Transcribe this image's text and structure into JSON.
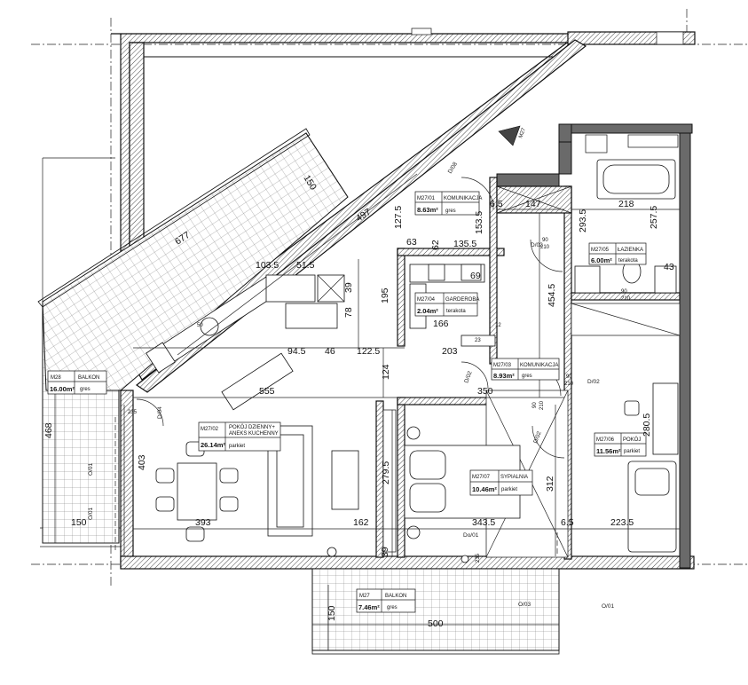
{
  "rooms": {
    "m2701": {
      "code": "M27/01",
      "name": "KOMUNIKACJA",
      "area": "8.63m²",
      "finish": "gres"
    },
    "m2702": {
      "code": "M27/02",
      "name": "POKÓJ DZIENNY+",
      "name2": "ANEKS KUCHENNY",
      "area": "26.14m²",
      "finish": "parkiet"
    },
    "m2703": {
      "code": "M27/03",
      "name": "KOMUNIKACJA",
      "area": "8.93m²",
      "finish": "gres"
    },
    "m2704": {
      "code": "M27/04",
      "name": "GARDEROBA",
      "area": "2.04m²",
      "finish": "terakota"
    },
    "m2705": {
      "code": "M27/05",
      "name": "ŁAZIENKA",
      "area": "6.00m²",
      "finish": "terakota"
    },
    "m2706": {
      "code": "M27/06",
      "name": "POKÓJ",
      "area": "11.56m²",
      "finish": "parkiet"
    },
    "m2707": {
      "code": "M27/07",
      "name": "SYPIALNIA",
      "area": "10.46m²",
      "finish": "parkiet"
    },
    "m28": {
      "code": "M28",
      "name": "BALKON",
      "area": "16.00m²",
      "finish": "gres"
    },
    "m27balk": {
      "code": "M27",
      "name": "BALKON",
      "area": "7.46m²",
      "finish": "gres"
    }
  },
  "unit_tag": "M27",
  "dimensions": {
    "d150a": "150",
    "d677": "677",
    "d497": "497",
    "d1275": "127.5",
    "d153": "153.5",
    "d65a": "6.5",
    "d147": "147",
    "d218": "218",
    "d2575": "257.5",
    "d2935": "293.5",
    "d63": "63",
    "d62": "62",
    "d1355": "135.5",
    "d1035": "103.5",
    "d515": "51.5",
    "d39a": "39",
    "d78": "78",
    "d195": "195",
    "d69": "69",
    "d43": "43",
    "d4545": "454.5",
    "d166": "166",
    "d945": "94.5",
    "d46": "46",
    "d1225": "122.5",
    "d203": "203",
    "d555": "555",
    "d124": "124",
    "d350": "350",
    "d2805": "280.5",
    "d468": "468",
    "d403": "403",
    "d2795": "279.5",
    "d312": "312",
    "d393": "393",
    "d162": "162",
    "d3435": "343.5",
    "d65b": "6.5",
    "d2235": "223.5",
    "d150b": "150",
    "d39b": "39",
    "d500": "500",
    "d150c": "150",
    "d50": "50",
    "d23": "23",
    "d12": "12",
    "d90a": "90",
    "d210a": "210",
    "d90b": "90",
    "d210b": "210",
    "d90c": "90",
    "d210c": "210",
    "d90d": "90",
    "d210d": "210",
    "d235a": "235",
    "d235b": "235"
  },
  "doors": {
    "dd08": "D/08",
    "dd02a": "D/02",
    "dd02b": "D/02",
    "dd02c": "D/02",
    "dd02d": "D/02",
    "dd04": "D/04",
    "do01a": "Do/01",
    "o01a": "O/01",
    "o01b": "O/01",
    "o03": "O/03",
    "o01c": "O/01"
  }
}
